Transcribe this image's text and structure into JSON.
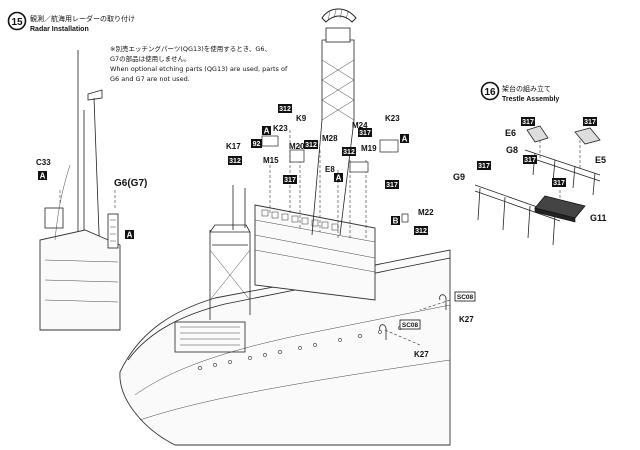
{
  "step15": {
    "number": "15",
    "title_jp": "観測／航海用レーダーの取り付け",
    "title_en": "Radar Installation",
    "note_jp_1": "※別売エッチングパーツ(QG13)を使用するとき、G6、",
    "note_jp_2": "G7の部品は使用しません。",
    "note_en_1": "When optional etching parts (QG13) are used, parts of",
    "note_en_2": "G6 and G7 are not used."
  },
  "step16": {
    "number": "16",
    "title_jp": "架台の組み立て",
    "title_en": "Trestle Assembly"
  },
  "parts": {
    "c33": "C33",
    "g6g7": "G6(G7)",
    "k23a": "K23",
    "k23b": "K23",
    "k9": "K9",
    "k17": "K17",
    "m15": "M15",
    "m20": "M20",
    "m28": "M28",
    "m24": "M24",
    "m19": "M19",
    "e8": "E8",
    "m22": "M22",
    "k27a": "K27",
    "k27b": "K27",
    "e6": "E6",
    "g8": "G8",
    "e5": "E5",
    "g9": "G9",
    "g11": "G11"
  },
  "paint": {
    "code_312": "312",
    "code_317": "317",
    "code_92": "92",
    "letter_a": "A",
    "letter_b": "B",
    "sc08": "SC08"
  }
}
